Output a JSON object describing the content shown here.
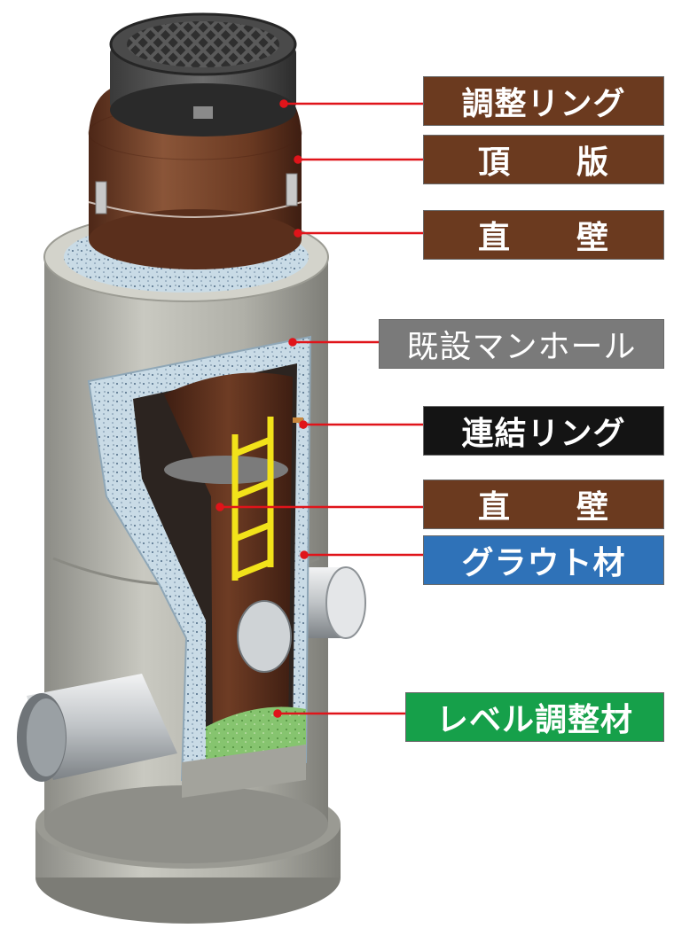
{
  "labels": [
    {
      "id": "adjust-ring",
      "text": "調整リング",
      "color": "#6b3a1f"
    },
    {
      "id": "top-slab",
      "text": "頂　　版",
      "color": "#6b3a1f"
    },
    {
      "id": "straight-wall-upper",
      "text": "直　　壁",
      "color": "#6b3a1f"
    },
    {
      "id": "existing-manhole",
      "text": "既設マンホール",
      "color": "#7a7a7a"
    },
    {
      "id": "connecting-ring",
      "text": "連結リング",
      "color": "#141414"
    },
    {
      "id": "straight-wall-lower",
      "text": "直　　壁",
      "color": "#6b3a1f"
    },
    {
      "id": "grout",
      "text": "グラウト材",
      "color": "#2f72b8"
    },
    {
      "id": "level-adjust",
      "text": "レベル調整材",
      "color": "#16a04a"
    }
  ],
  "colors": {
    "leader_line": "#e0141a",
    "brown": "#6b3a1f",
    "concrete": "#b4b4ac",
    "grout": "#c9dbe6",
    "ladder": "#f2e21a",
    "level_material": "#7fc26b",
    "pipe": "#cfd3d6"
  }
}
